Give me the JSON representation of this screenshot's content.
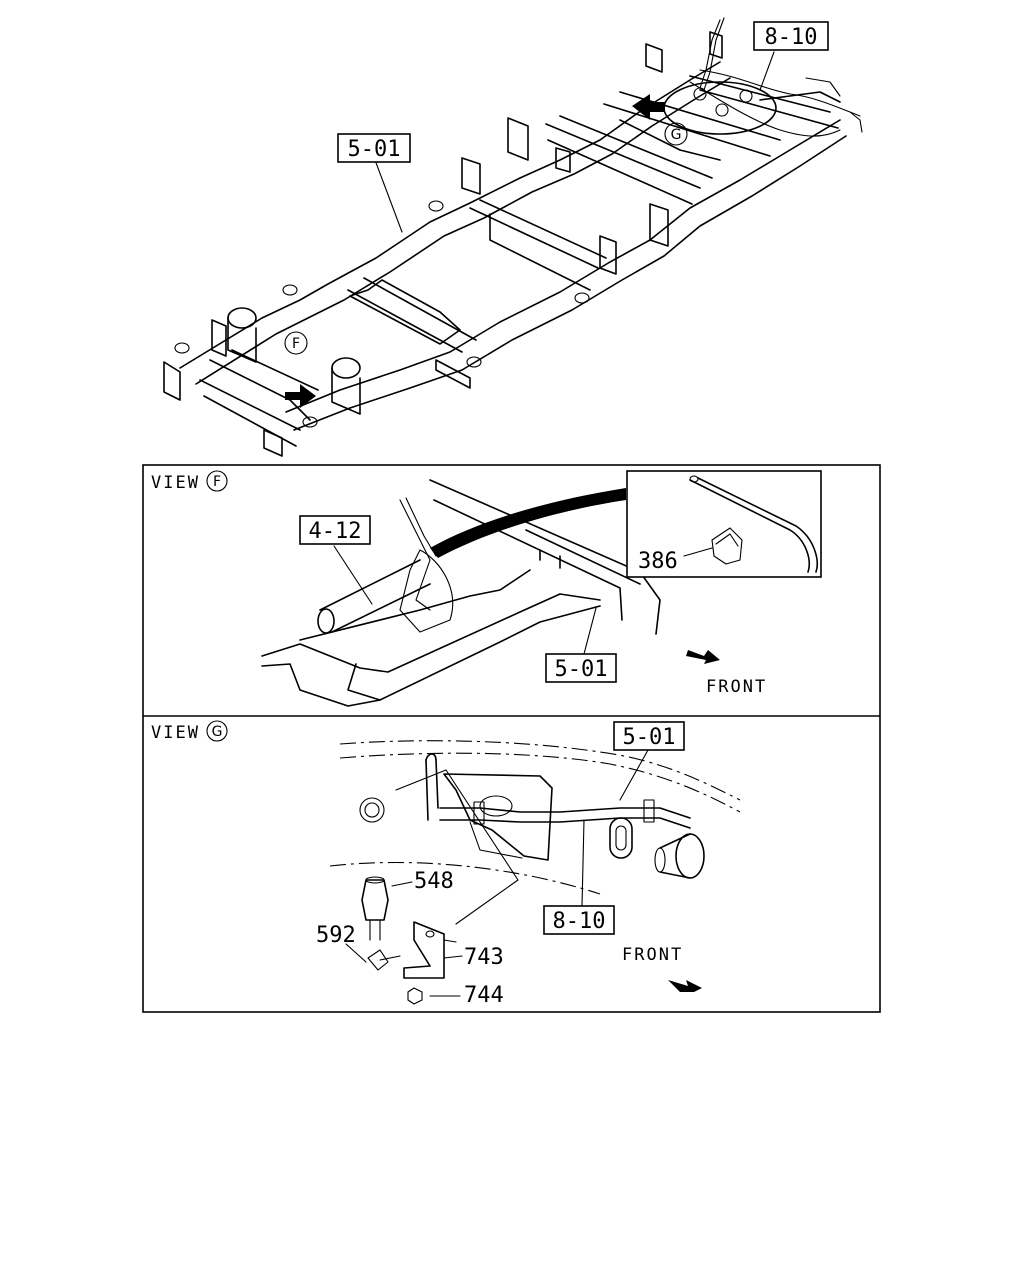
{
  "main_view": {
    "callout_frame": "5-01",
    "callout_harness": "8-10",
    "marker_f": "F",
    "marker_g": "G"
  },
  "view_f": {
    "title": "VIEW",
    "marker": "F",
    "callout_axle": "4-12",
    "callout_frame": "5-01",
    "inset_part": "386",
    "direction": "FRONT"
  },
  "view_g": {
    "title": "VIEW",
    "marker": "G",
    "callout_frame": "5-01",
    "callout_harness": "8-10",
    "parts": [
      "548",
      "592",
      "743",
      "744"
    ],
    "direction": "FRONT"
  }
}
